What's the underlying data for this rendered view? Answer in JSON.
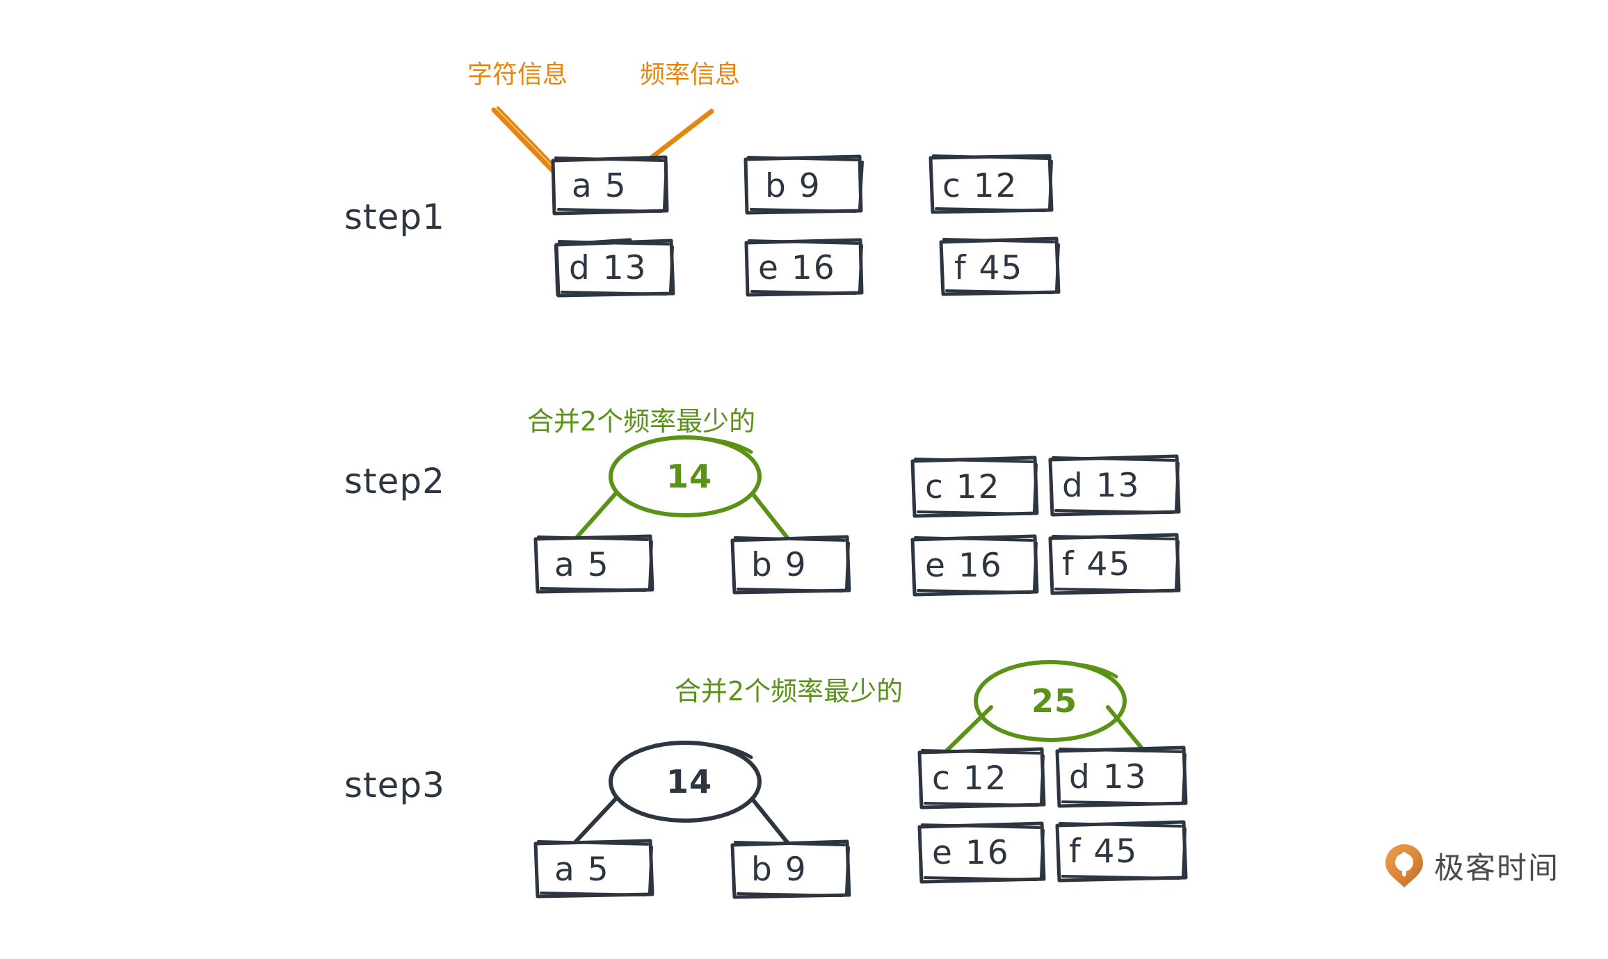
{
  "diagram": {
    "title_annotations": {
      "char_info": "字符信息",
      "freq_info": "频率信息"
    },
    "merge_label": "合并2个频率最少的",
    "colors": {
      "ink": "#2d3640",
      "orange": "#e8850c",
      "green": "#5a9216",
      "logo_orange": "#e08840",
      "logo_text": "#4a4a4a",
      "background": "#ffffff"
    },
    "steps": [
      {
        "label": "step1",
        "boxes_row1": [
          {
            "char": "a",
            "freq": "5",
            "text": "a  5"
          },
          {
            "char": "b",
            "freq": "9",
            "text": "b  9"
          },
          {
            "char": "c",
            "freq": "12",
            "text": "c  12"
          }
        ],
        "boxes_row2": [
          {
            "char": "d",
            "freq": "13",
            "text": "d  13"
          },
          {
            "char": "e",
            "freq": "16",
            "text": "e  16"
          },
          {
            "char": "f",
            "freq": "45",
            "text": "f  45"
          }
        ]
      },
      {
        "label": "step2",
        "merge_label": "合并2个频率最少的",
        "tree": {
          "node": "14",
          "node_color": "green",
          "children": [
            {
              "text": "a  5"
            },
            {
              "text": "b  9"
            }
          ]
        },
        "remaining": [
          {
            "text": "c  12"
          },
          {
            "text": "d  13"
          },
          {
            "text": "e  16"
          },
          {
            "text": "f  45"
          }
        ]
      },
      {
        "label": "step3",
        "merge_label": "合并2个频率最少的",
        "tree_left": {
          "node": "14",
          "node_color": "dark",
          "children": [
            {
              "text": "a  5"
            },
            {
              "text": "b  9"
            }
          ]
        },
        "tree_right": {
          "node": "25",
          "node_color": "green",
          "children": [
            {
              "text": "c  12"
            },
            {
              "text": "d  13"
            }
          ]
        },
        "remaining": [
          {
            "text": "e  16"
          },
          {
            "text": "f  45"
          }
        ]
      }
    ]
  },
  "logo": {
    "text": "极客时间",
    "icon": "geektime-pin-icon"
  },
  "chart_data": {
    "type": "diagram",
    "title": "Huffman tree construction steps",
    "frequencies": [
      {
        "char": "a",
        "freq": 5
      },
      {
        "char": "b",
        "freq": 9
      },
      {
        "char": "c",
        "freq": 12
      },
      {
        "char": "d",
        "freq": 13
      },
      {
        "char": "e",
        "freq": 16
      },
      {
        "char": "f",
        "freq": 45
      }
    ],
    "merges": [
      {
        "step": 2,
        "parent": 14,
        "children": [
          "a 5",
          "b 9"
        ]
      },
      {
        "step": 3,
        "parent": 25,
        "children": [
          "c 12",
          "d 13"
        ]
      }
    ]
  }
}
